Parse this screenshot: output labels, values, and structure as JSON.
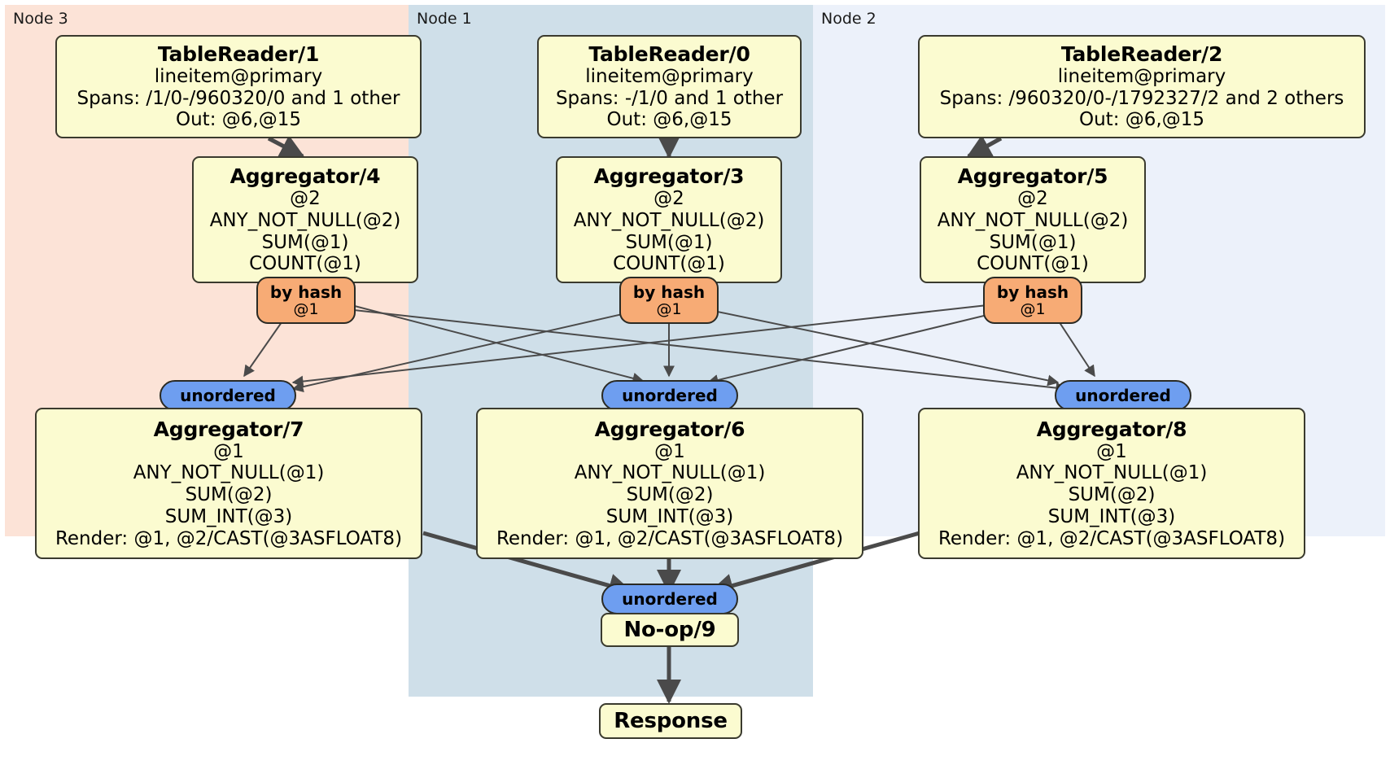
{
  "diagram": {
    "type": "distributed-query-plan",
    "colors": {
      "node3_panel": "#fce3d7",
      "node1_panel": "#cfdfe9",
      "node2_panel": "#ecf1fa",
      "box_fill": "#fbfbd0",
      "box_border": "#3a3a2e",
      "hash_pill": "#f7ab75",
      "unordered_pill": "#6e9ef0",
      "edge": "#4a4a4a"
    },
    "panels": [
      {
        "id": "node3",
        "label": "Node 3"
      },
      {
        "id": "node1",
        "label": "Node 1"
      },
      {
        "id": "node2",
        "label": "Node 2"
      }
    ],
    "processors": {
      "table_reader_1": {
        "title": "TableReader/1",
        "lines": [
          "lineitem@primary",
          "Spans: /1/0-/960320/0 and 1 other",
          "Out: @6,@15"
        ]
      },
      "table_reader_0": {
        "title": "TableReader/0",
        "lines": [
          "lineitem@primary",
          "Spans: -/1/0 and 1 other",
          "Out: @6,@15"
        ]
      },
      "table_reader_2": {
        "title": "TableReader/2",
        "lines": [
          "lineitem@primary",
          "Spans: /960320/0-/1792327/2 and 2 others",
          "Out: @6,@15"
        ]
      },
      "aggregator_4": {
        "title": "Aggregator/4",
        "lines": [
          "@2",
          "ANY_NOT_NULL(@2)",
          "SUM(@1)",
          "COUNT(@1)"
        ]
      },
      "aggregator_3": {
        "title": "Aggregator/3",
        "lines": [
          "@2",
          "ANY_NOT_NULL(@2)",
          "SUM(@1)",
          "COUNT(@1)"
        ]
      },
      "aggregator_5": {
        "title": "Aggregator/5",
        "lines": [
          "@2",
          "ANY_NOT_NULL(@2)",
          "SUM(@1)",
          "COUNT(@1)"
        ]
      },
      "aggregator_7": {
        "title": "Aggregator/7",
        "lines": [
          "@1",
          "ANY_NOT_NULL(@1)",
          "SUM(@2)",
          "SUM_INT(@3)",
          "Render: @1, @2/CAST(@3ASFLOAT8)"
        ]
      },
      "aggregator_6": {
        "title": "Aggregator/6",
        "lines": [
          "@1",
          "ANY_NOT_NULL(@1)",
          "SUM(@2)",
          "SUM_INT(@3)",
          "Render: @1, @2/CAST(@3ASFLOAT8)"
        ]
      },
      "aggregator_8": {
        "title": "Aggregator/8",
        "lines": [
          "@1",
          "ANY_NOT_NULL(@1)",
          "SUM(@2)",
          "SUM_INT(@3)",
          "Render: @1, @2/CAST(@3ASFLOAT8)"
        ]
      },
      "noop_9": {
        "title": "No-op/9"
      },
      "response": {
        "title": "Response"
      }
    },
    "routers": {
      "hash_left": {
        "kind": "by hash",
        "column": "@1"
      },
      "hash_center": {
        "kind": "by hash",
        "column": "@1"
      },
      "hash_right": {
        "kind": "by hash",
        "column": "@1"
      },
      "unordered_left": {
        "kind": "unordered"
      },
      "unordered_center": {
        "kind": "unordered"
      },
      "unordered_right": {
        "kind": "unordered"
      },
      "unordered_final": {
        "kind": "unordered"
      }
    }
  }
}
